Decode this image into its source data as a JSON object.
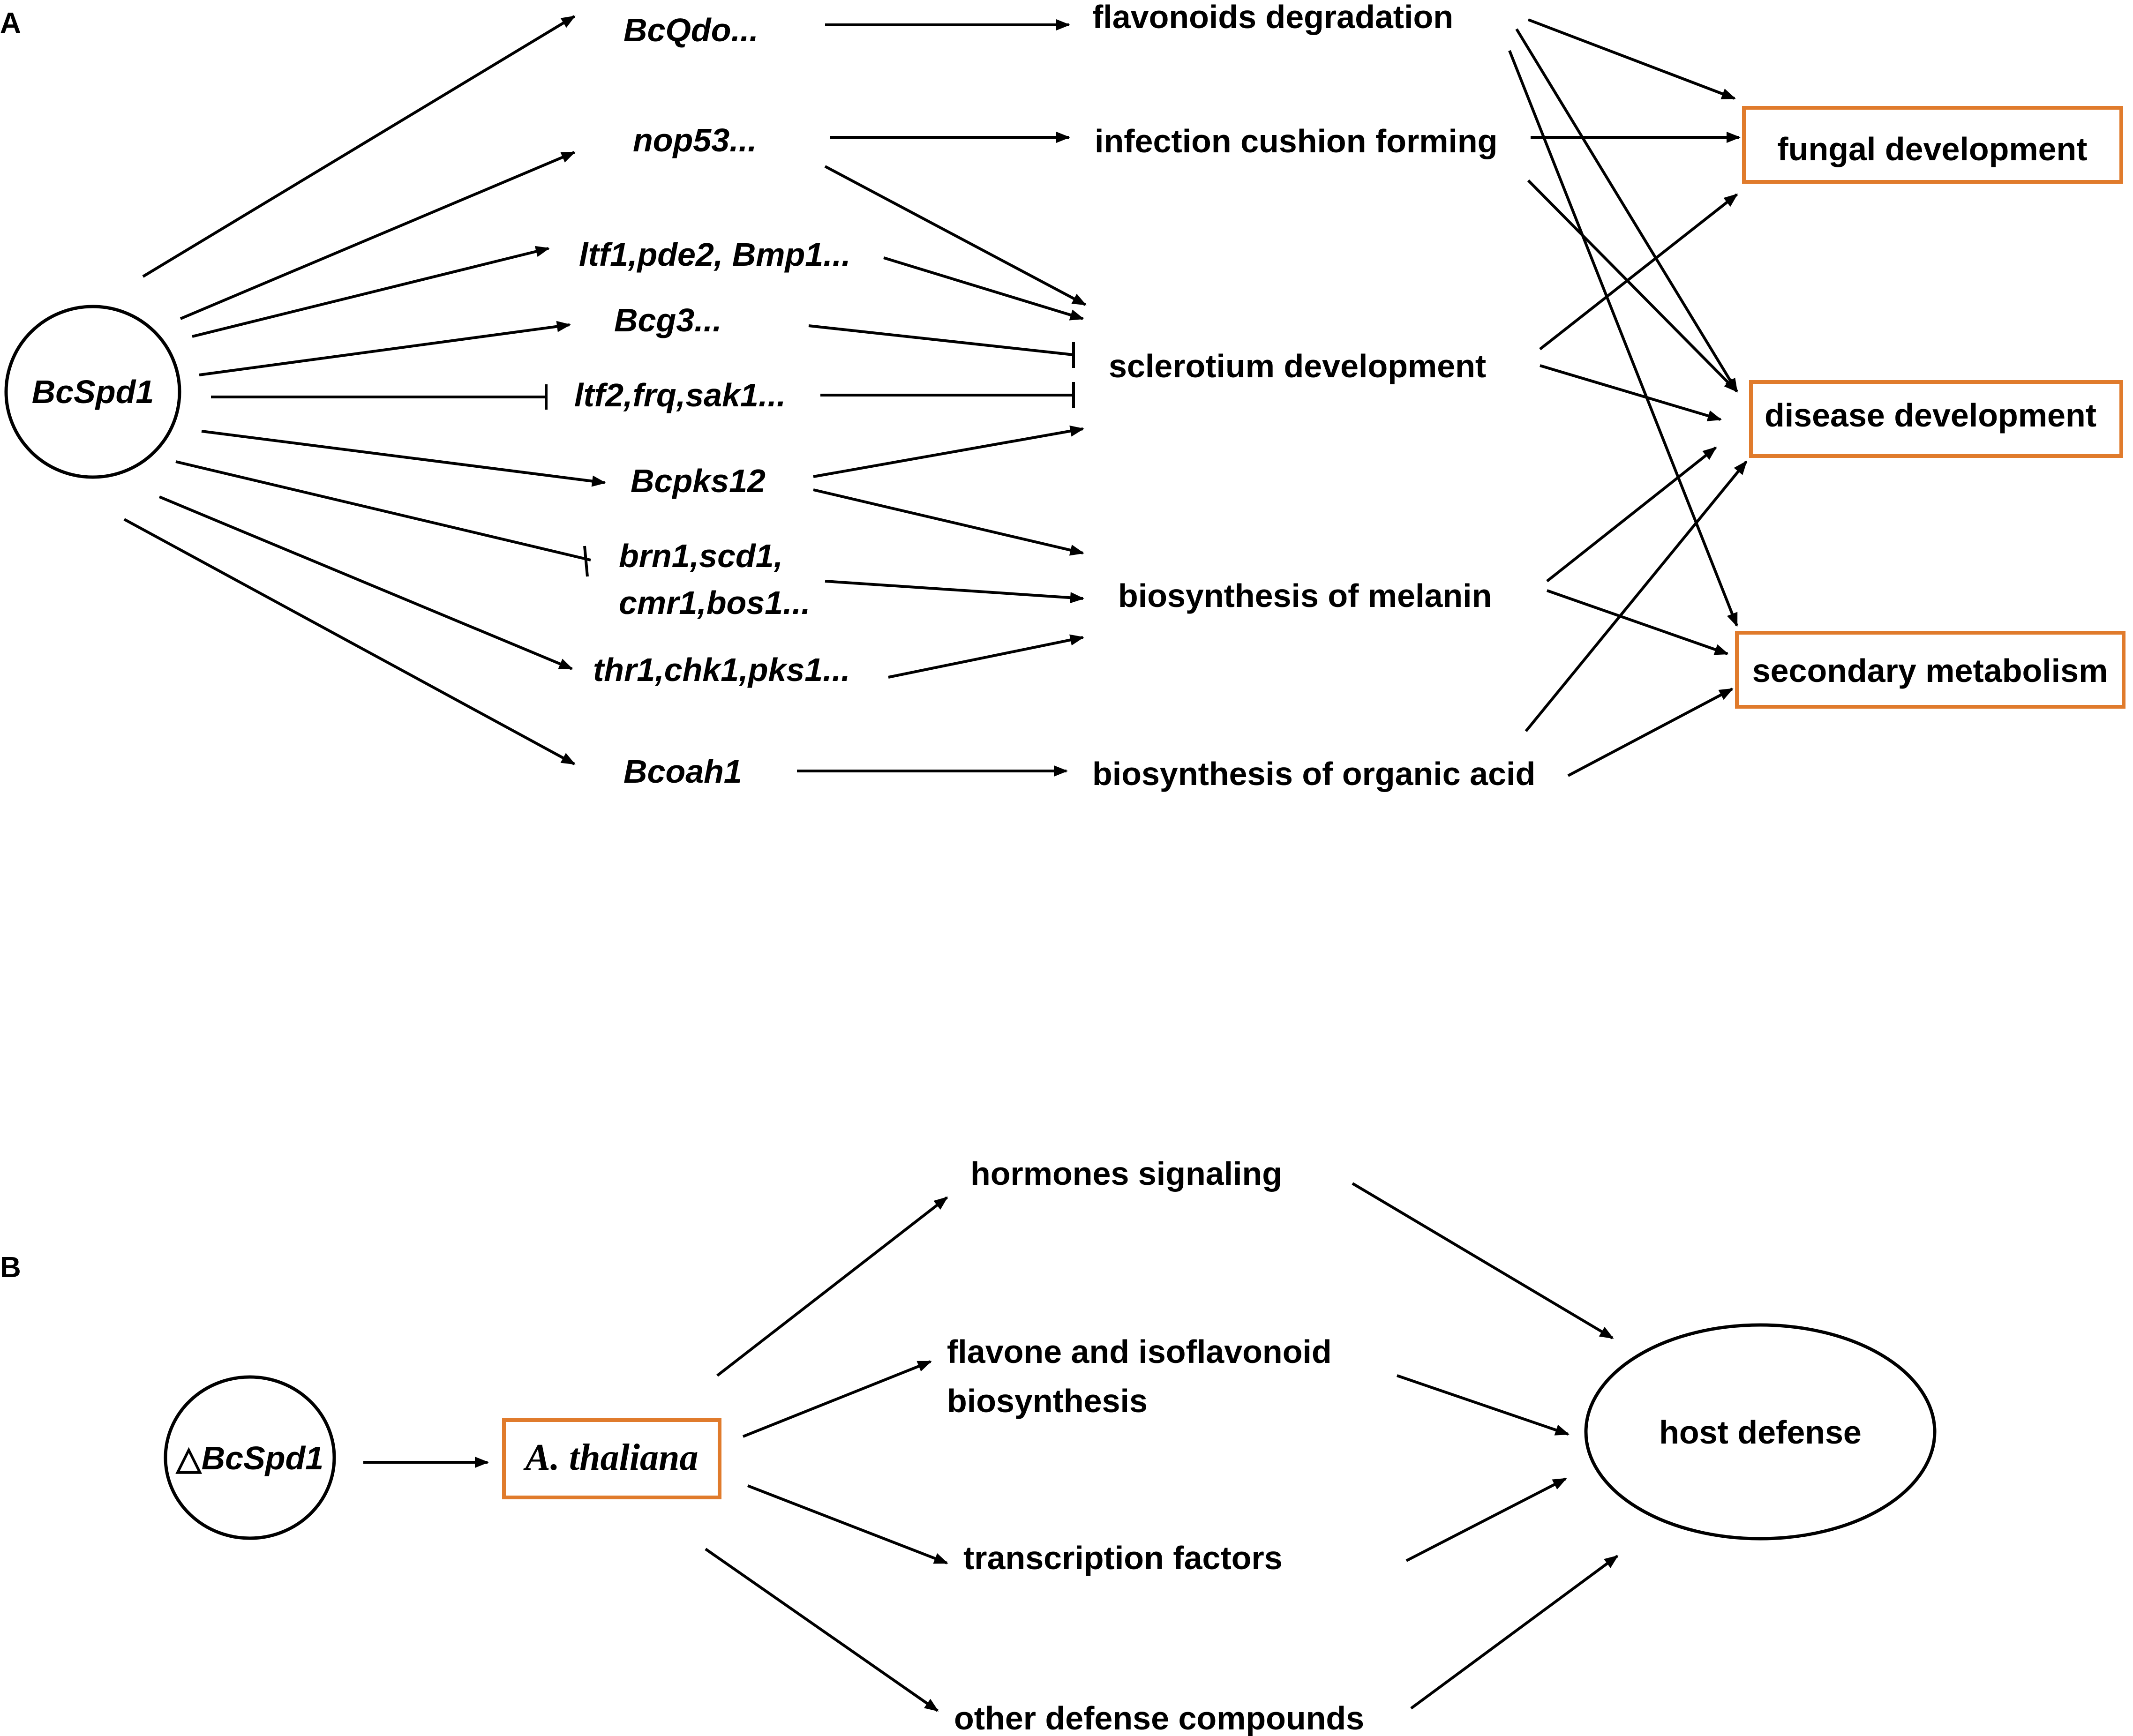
{
  "panel_a": {
    "label": "A",
    "source": "BcSpd1",
    "genes": {
      "bcqdo": "BcQdo...",
      "nop53": "nop53...",
      "ltf1": "ltf1,pde2, Bmp1...",
      "bcg3": "Bcg3...",
      "ltf2": "ltf2,frq,sak1...",
      "bcpks12": "Bcpks12",
      "brn1_line1": "brn1,scd1,",
      "brn1_line2": "cmr1,bos1...",
      "thr1": "thr1,chk1,pks1...",
      "bcoah1": "Bcoah1"
    },
    "processes": {
      "flavonoids": "flavonoids degradation",
      "infection": "infection cushion forming",
      "sclerotium": "sclerotium development",
      "melanin": "biosynthesis of melanin",
      "organic_acid": "biosynthesis of organic acid"
    },
    "outcomes": {
      "fungal": "fungal development",
      "disease": "disease development",
      "secondary": "secondary metabolism"
    },
    "colors": {
      "outcome_border": "#e07b2c",
      "line": "#000000"
    }
  },
  "panel_b": {
    "label": "B",
    "mutant_symbol": "△",
    "mutant_name": "BcSpd1",
    "host": "A. thaliana",
    "processes": {
      "hormones": "hormones signaling",
      "flavone_line1": "flavone and isoflavonoid",
      "flavone_line2": "biosynthesis",
      "tf": "transcription factors",
      "other": "other defense compounds"
    },
    "result": "host defense",
    "colors": {
      "host_border": "#e07b2c"
    }
  }
}
